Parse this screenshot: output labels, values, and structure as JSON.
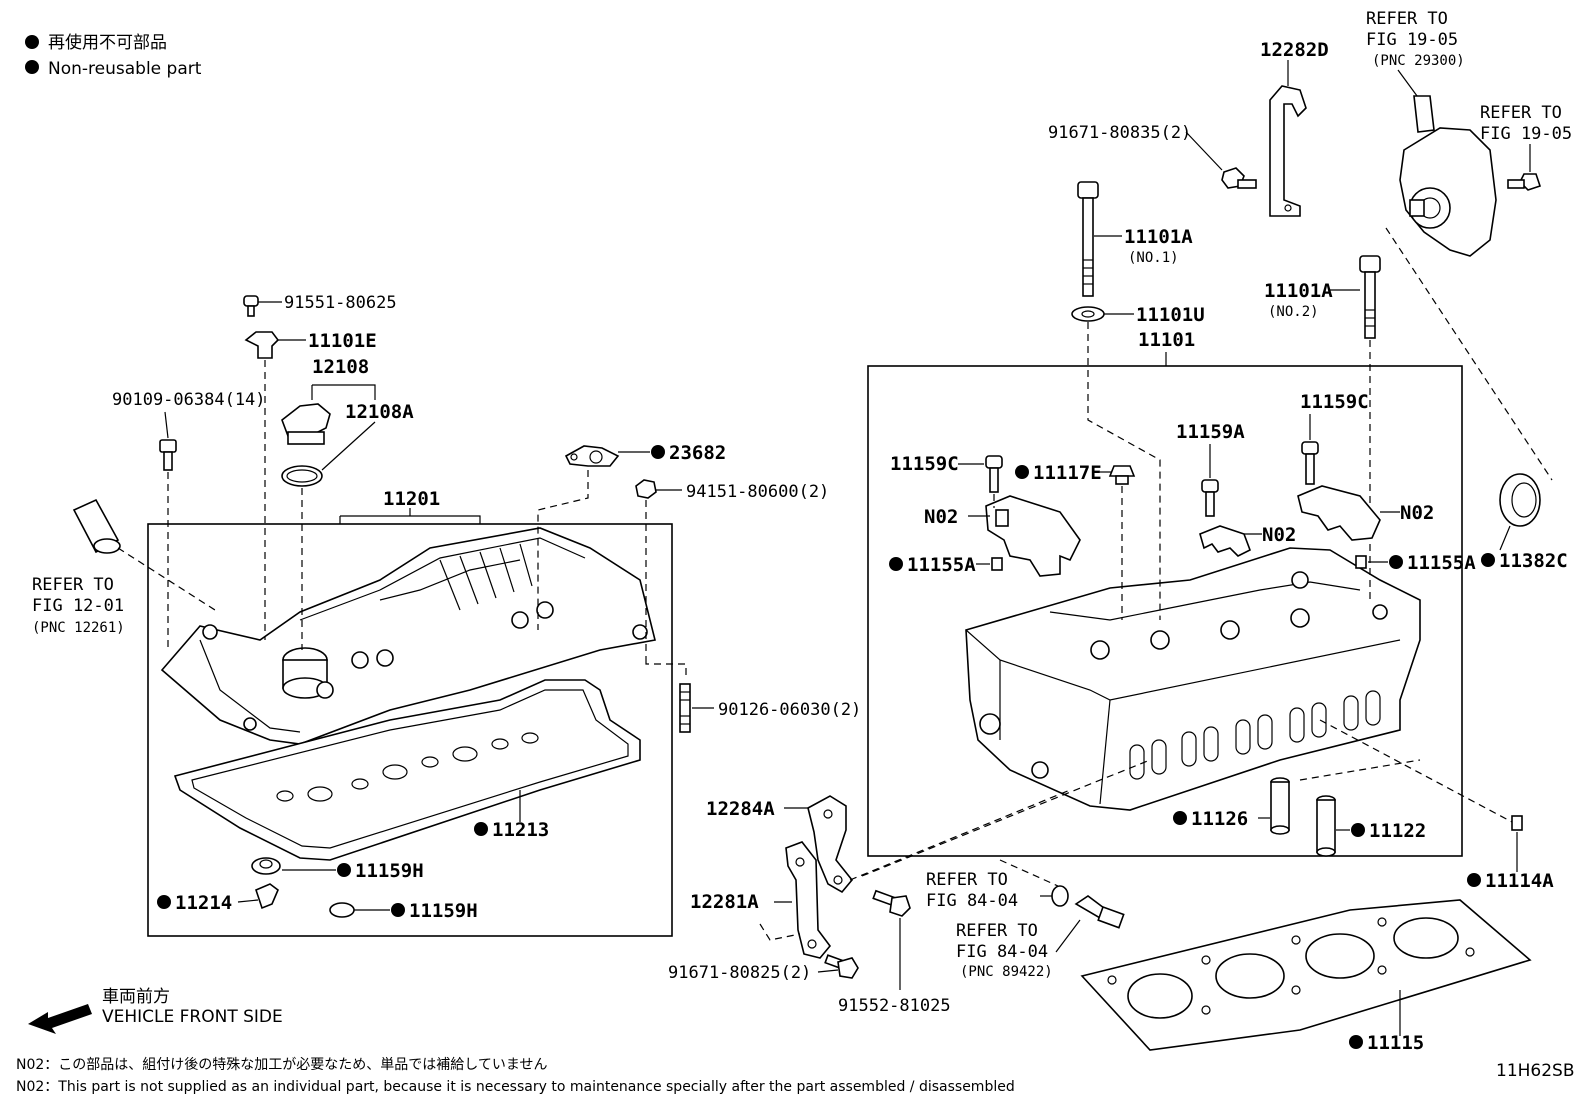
{
  "legend": {
    "jp": "再使用不可部品",
    "en": "Non-reusable part",
    "bullet_color": "#000000"
  },
  "labels": {
    "p12282D": "12282D",
    "refer_19_05_a_1": "REFER TO",
    "refer_19_05_a_2": "FIG 19-05",
    "refer_19_05_a_3": "(PNC 29300)",
    "refer_19_05_b_1": "REFER TO",
    "refer_19_05_b_2": "FIG 19-05",
    "p91671_80835": "91671-80835(2)",
    "p11101A_1": "11101A",
    "p11101A_1_sub": "(NO.1)",
    "p11101A_2": "11101A",
    "p11101A_2_sub": "(NO.2)",
    "p11101U": "11101U",
    "p11101": "11101",
    "p91551_80625": "91551-80625",
    "p11101E": "11101E",
    "p12108": "12108",
    "p12108A": "12108A",
    "p90109": "90109-06384(14)",
    "p23682": "23682",
    "p94151": "94151-80600(2)",
    "p11201": "11201",
    "refer_12_01_1": "REFER TO",
    "refer_12_01_2": "FIG 12-01",
    "refer_12_01_3": "(PNC 12261)",
    "p90126": "90126-06030(2)",
    "p11213": "11213",
    "p11159H_a": "11159H",
    "p11214": "11214",
    "p11159H_b": "11159H",
    "p11159C_a": "11159C",
    "p11117E": "11117E",
    "p11159A": "11159A",
    "p11159C_b": "11159C",
    "n02_a": "N02",
    "n02_b": "N02",
    "n02_c": "N02",
    "p11155A_a": "11155A",
    "p11155A_b": "11155A",
    "p11382C": "11382C",
    "p12284A": "12284A",
    "p12281A": "12281A",
    "p11126": "11126",
    "p11122": "11122",
    "p11114A": "11114A",
    "refer_84_04_a_1": "REFER TO",
    "refer_84_04_a_2": "FIG 84-04",
    "refer_84_04_b_1": "REFER TO",
    "refer_84_04_b_2": "FIG 84-04",
    "refer_84_04_b_3": "(PNC 89422)",
    "p91671_80825": "91671-80825(2)",
    "p91552_81025": "91552-81025",
    "p11115": "11115"
  },
  "front": {
    "jp": "車両前方",
    "en": "VEHICLE FRONT SIDE"
  },
  "notes": {
    "jp": "N02：この部品は、組付け後の特殊な加工が必要なため、単品では補給していません",
    "en": "N02：This part is not supplied as an individual part, because it is necessary to maintenance specially after the part assembled / disassembled"
  },
  "figure_code": "11H62SB"
}
